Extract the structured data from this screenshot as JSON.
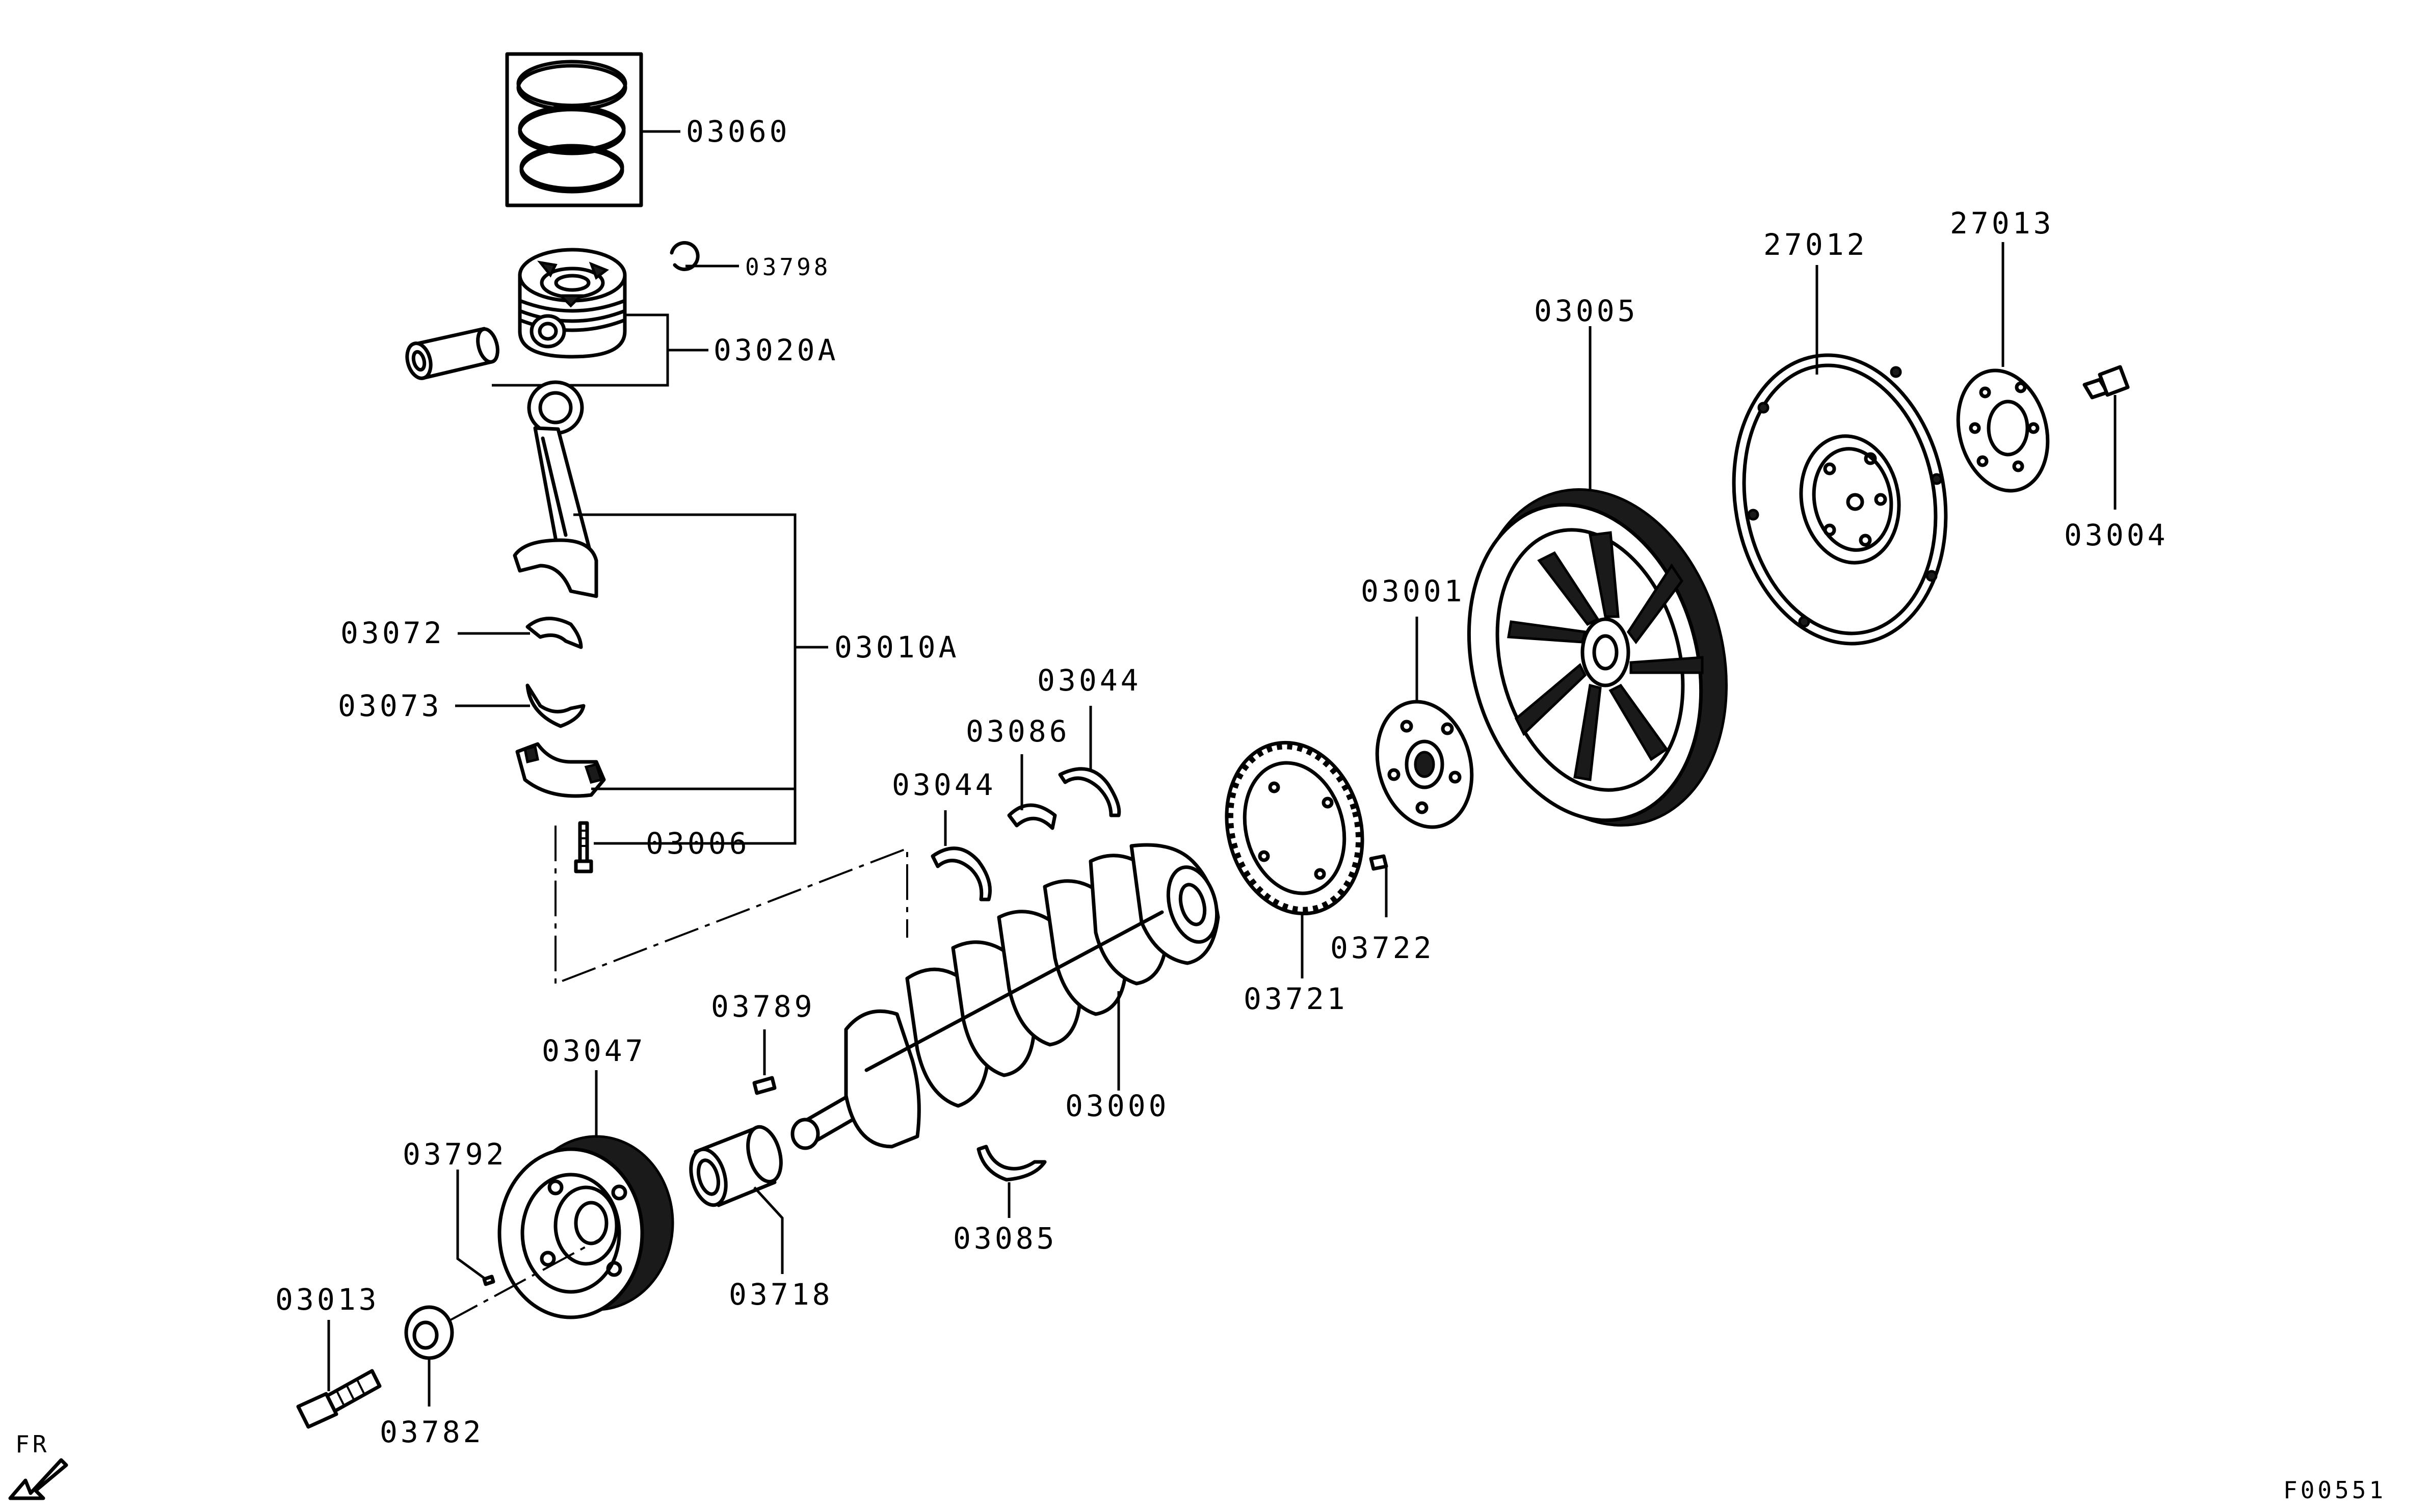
{
  "diagram_code": "F00551",
  "direction_label": "FR",
  "parts": {
    "piston_ring_set": "03060",
    "snap_ring": "03798",
    "piston_pin_set": "03020A",
    "connecting_rod_assy": "03010A",
    "upper_rod_bearing": "03072",
    "lower_rod_bearing": "03073",
    "rod_bolt": "03006",
    "thrust_bearing_a": "03044",
    "thrust_bearing_b": "03044",
    "main_bearing_upper": "03086",
    "main_bearing_lower": "03085",
    "crankshaft": "03000",
    "woodruff_key_3789": "03789",
    "crankshaft_sprocket": "03718",
    "damper_pulley": "03047",
    "pulley_key": "03792",
    "pulley_bolt": "03013",
    "pulley_washer": "03782",
    "sensor_plate": "03721",
    "dowel_pin": "03722",
    "adapter_plate": "03001",
    "flywheel": "03005",
    "drive_plate": "27012",
    "drive_plate_adapter": "27013",
    "flywheel_bolt": "03004"
  }
}
